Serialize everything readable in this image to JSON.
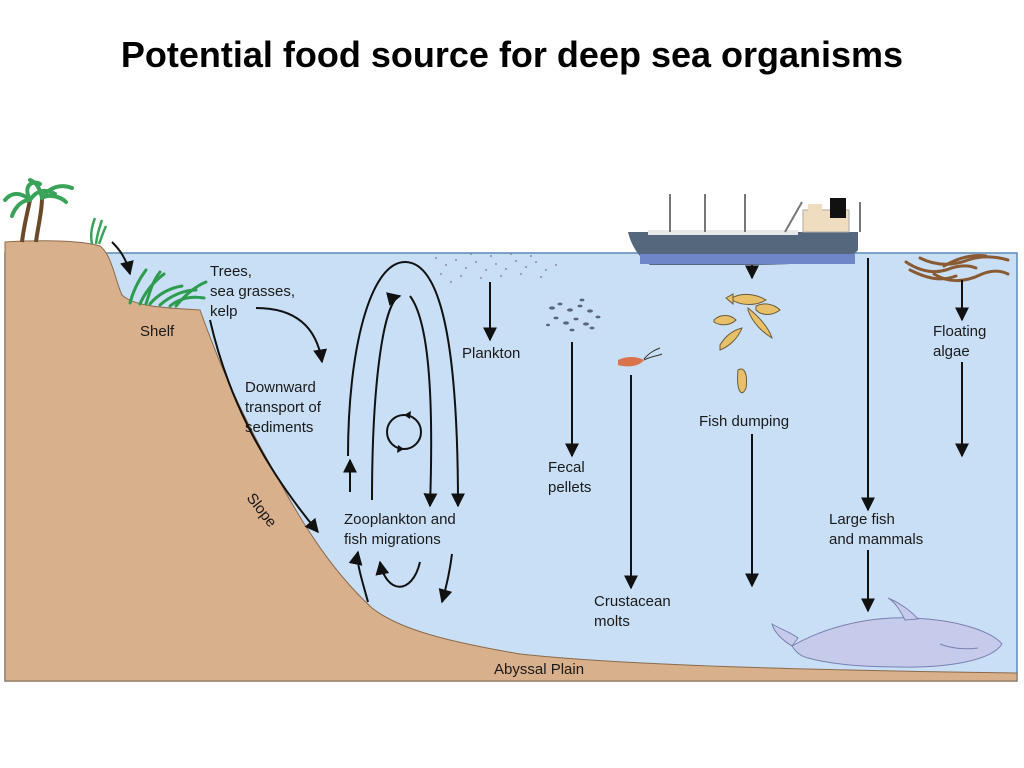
{
  "title": "Potential food source for deep sea organisms",
  "labels": {
    "trees": [
      "Trees,",
      "sea grasses,",
      "kelp"
    ],
    "shelf": "Shelf",
    "downward": [
      "Downward",
      "transport of",
      "sediments"
    ],
    "slope": "Slope",
    "zooplankton": [
      "Zooplankton and",
      "fish migrations"
    ],
    "plankton": "Plankton",
    "fecal": [
      "Fecal",
      "pellets"
    ],
    "crustacean": [
      "Crustacean",
      "molts"
    ],
    "fish_dumping": "Fish dumping",
    "large_fish": [
      "Large fish",
      "and mammals"
    ],
    "floating_algae": [
      "Floating",
      "algae"
    ],
    "abyssal": "Abyssal Plain"
  },
  "colors": {
    "water": "#c9dff5",
    "land": "#d9b08c",
    "water_edge": "#5a8ab8",
    "ship_hull": "#55677d",
    "ship_band": "#6f86c9",
    "kelp": "#2e9b4f",
    "algae": "#8a5a32",
    "whale": "#c6cbeb",
    "fish": "#e8c06a"
  }
}
